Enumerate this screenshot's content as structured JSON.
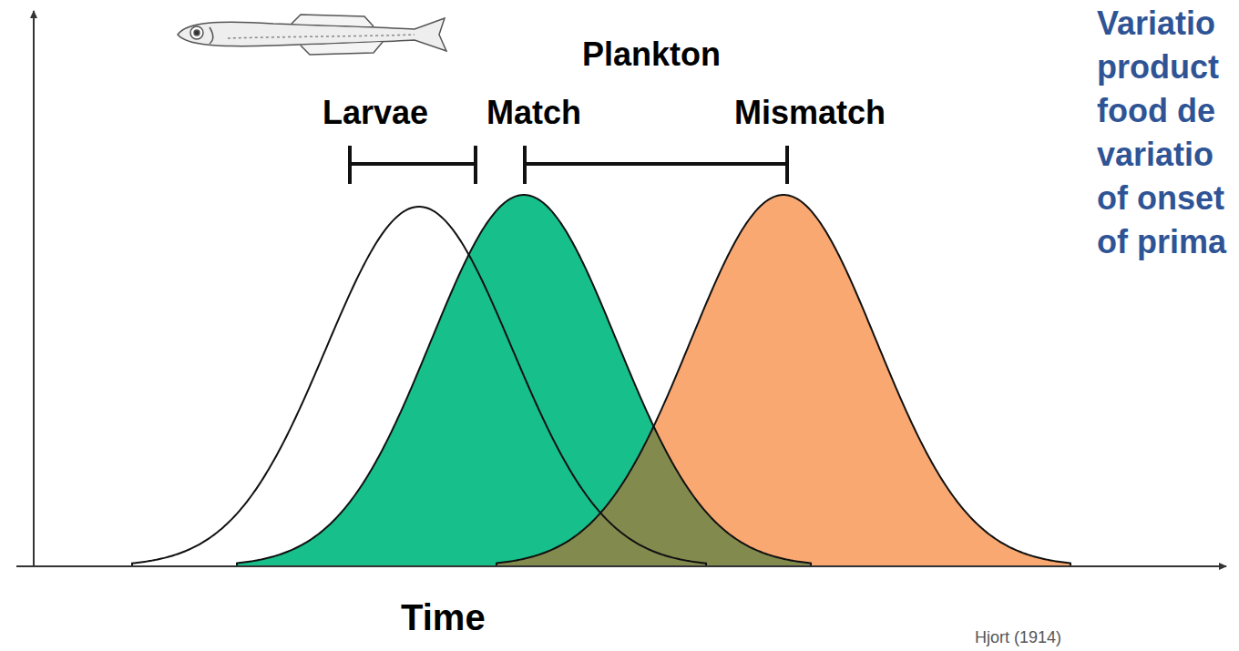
{
  "diagram": {
    "labels": [
      "Plankton",
      "Larvae",
      "Match",
      "Mismatch",
      "Variatio product food de variatio of onset of prima",
      "Time",
      "Hjort (1914)"
    ]
  }
}
